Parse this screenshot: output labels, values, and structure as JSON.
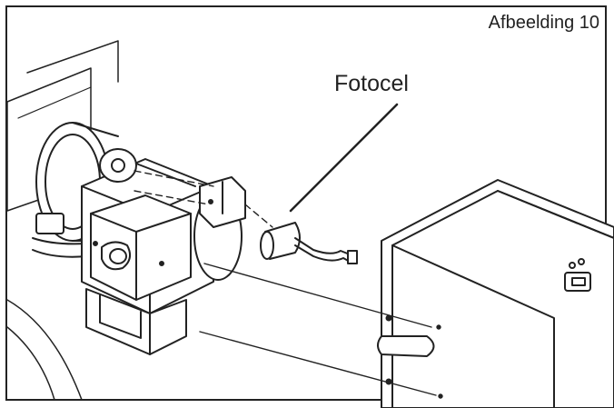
{
  "figure": {
    "number_label": "Afbeelding 10",
    "callouts": [
      {
        "label": "Fotocel",
        "target": "photocell"
      }
    ]
  },
  "colors": {
    "line": "#222222",
    "background": "#ffffff"
  }
}
